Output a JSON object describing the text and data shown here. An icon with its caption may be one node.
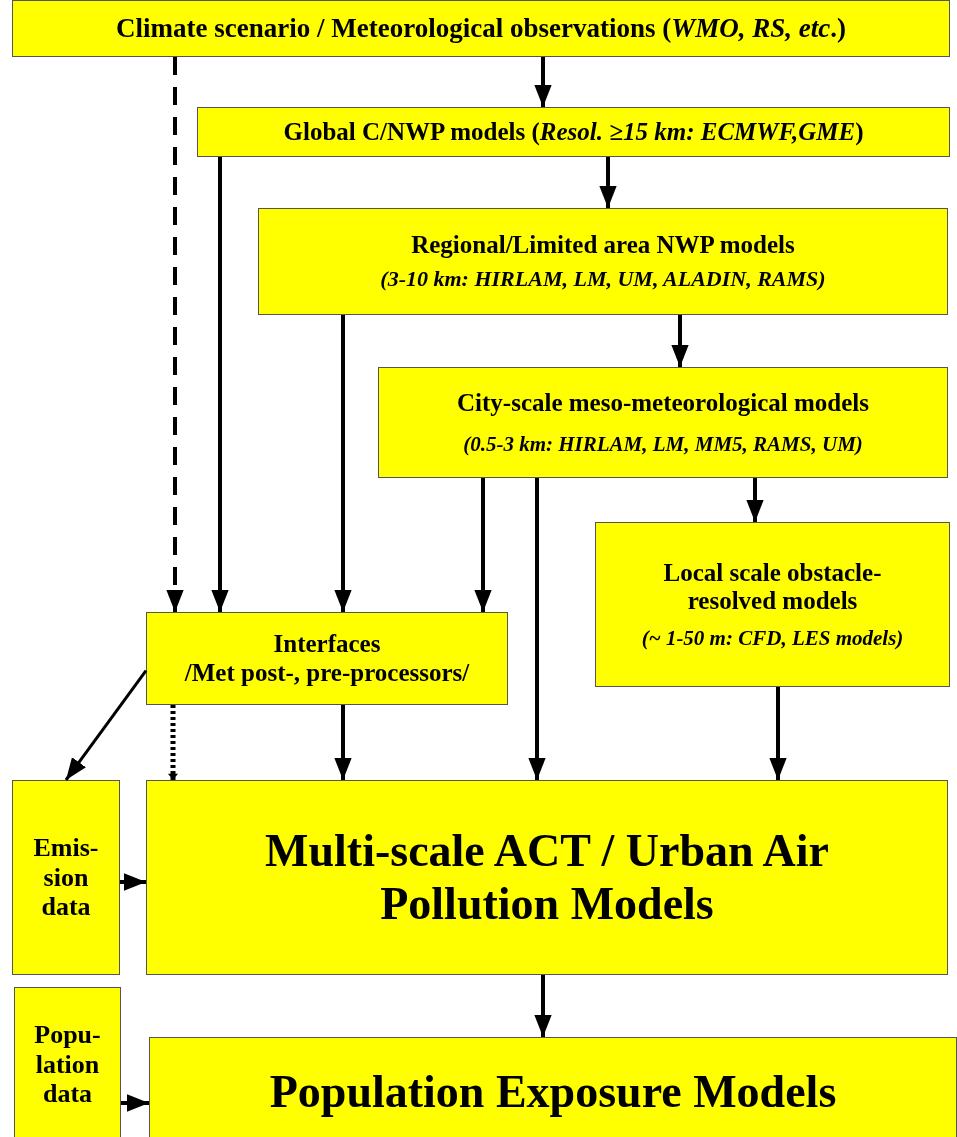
{
  "diagram": {
    "nodes": [
      {
        "text": [
          "Climate scenario / Meteorological observations (*WMO, RS, etc*.)"
        ]
      },
      {
        "text": [
          "Global C/NWP models (*Resol. ≥15 km: ECMWF,GME*)"
        ]
      },
      {
        "text": [
          "Regional/Limited area NWP models",
          "(3-10 km: HIRLAM, LM, UM, ALADIN, RAMS)"
        ]
      },
      {
        "text": [
          "City-scale meso-meteorological models",
          "(0.5-3 km: HIRLAM, LM, MM5, RAMS, UM)"
        ]
      },
      {
        "text": [
          "Local scale obstacle- resolved models",
          "(~ 1-50 m: CFD, LES models)"
        ]
      },
      {
        "text": [
          "Interfaces",
          "/Met post-, pre-processors/"
        ]
      },
      {
        "text": [
          "Emis- sion data"
        ]
      },
      {
        "text": [
          "Multi-scale ACT / Urban Air Pollution Models"
        ]
      },
      {
        "text": [
          "Popu- lation data"
        ]
      },
      {
        "text": [
          "Population Exposure Models"
        ]
      }
    ],
    "edges": [
      {
        "from": 0,
        "to": 5,
        "arrow": "to",
        "style": "dashed"
      },
      {
        "from": 0,
        "to": 1,
        "arrow": "to"
      },
      {
        "from": 1,
        "to": 5,
        "arrow": "to"
      },
      {
        "from": 1,
        "to": 2,
        "arrow": "to"
      },
      {
        "from": 2,
        "to": 5,
        "arrow": "to"
      },
      {
        "from": 2,
        "to": 3,
        "arrow": "to"
      },
      {
        "from": 3,
        "to": 5,
        "arrow": "to"
      },
      {
        "from": 3,
        "to": 7,
        "arrow": "to"
      },
      {
        "from": 3,
        "to": 4,
        "arrow": "to"
      },
      {
        "from": 5,
        "to": 6,
        "arrow": "to"
      },
      {
        "from": 5,
        "to": 7,
        "arrow": "to",
        "style": "dashed"
      },
      {
        "from": 5,
        "to": 7,
        "arrow": "to"
      },
      {
        "from": 4,
        "to": 7,
        "arrow": "to"
      },
      {
        "from": 6,
        "to": 7,
        "arrow": "to"
      },
      {
        "from": 7,
        "to": 9,
        "arrow": "to"
      },
      {
        "from": 8,
        "to": 9,
        "arrow": "to"
      }
    ]
  }
}
